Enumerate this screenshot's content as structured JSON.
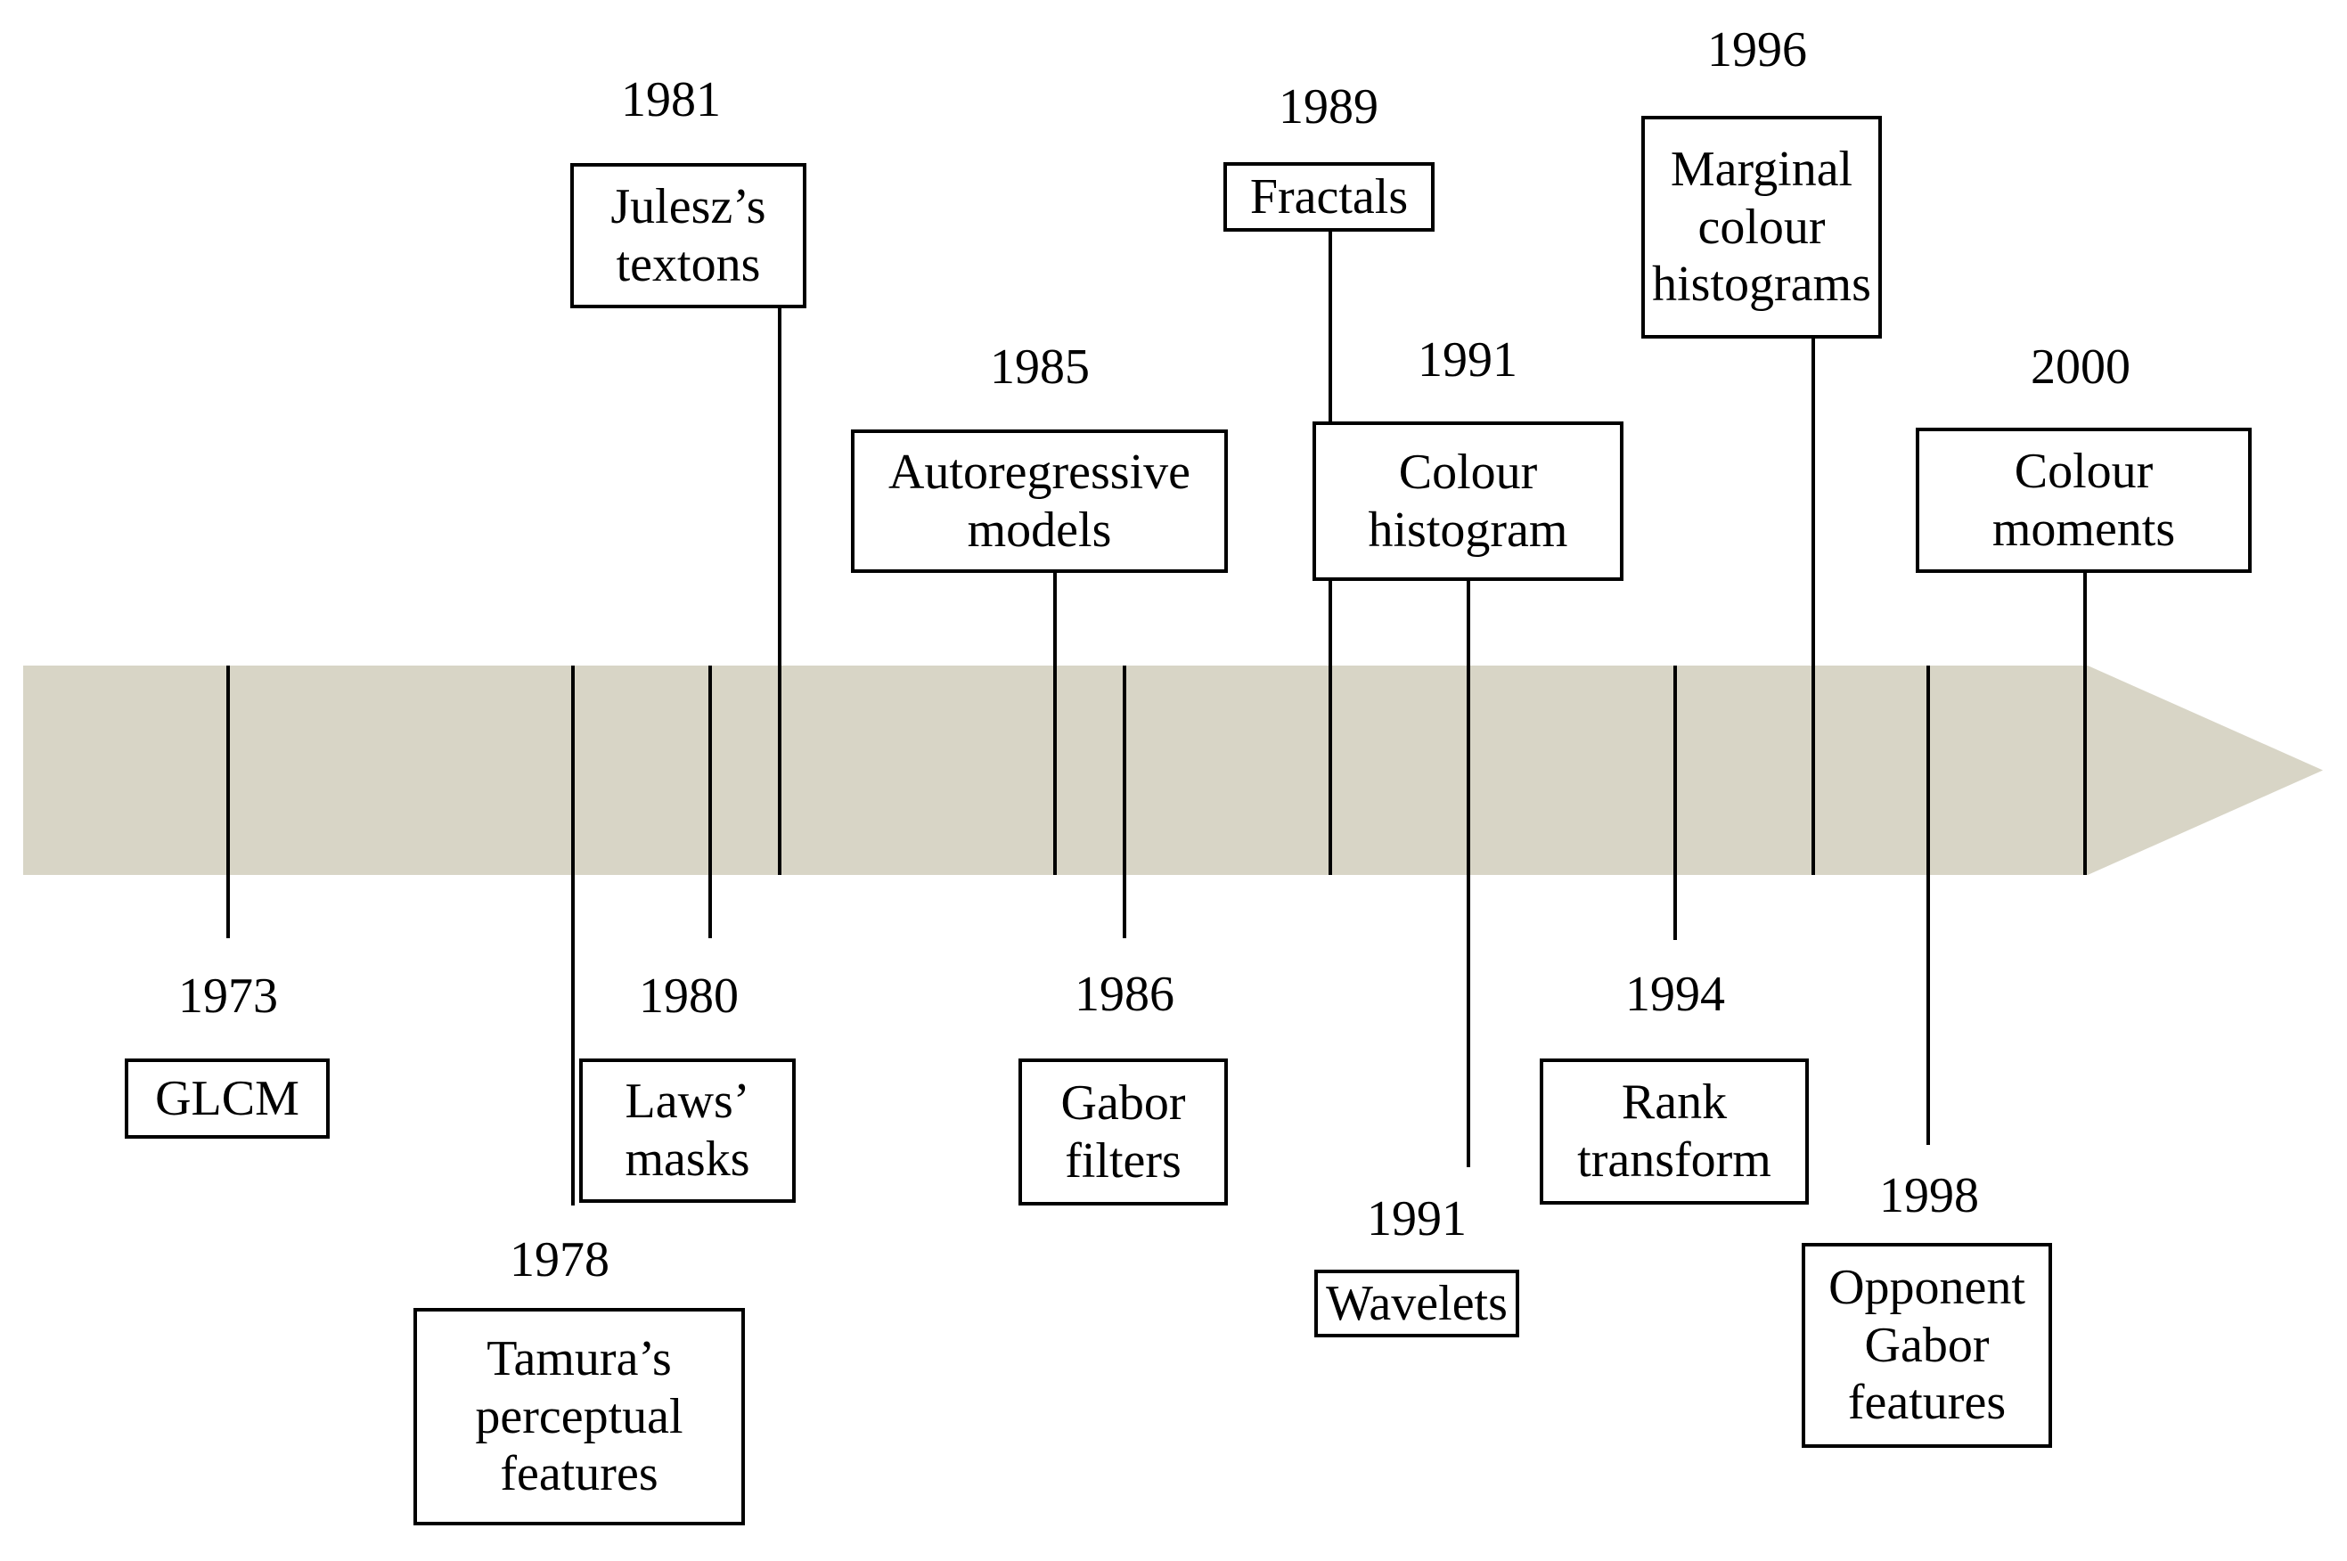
{
  "figure": {
    "type": "timeline",
    "direction": "left-to-right",
    "arrow_color": "#d8d5c6",
    "line_color": "#000000",
    "box_background": "#ffffff"
  },
  "events": [
    {
      "year": "1973",
      "label": "GLCM",
      "side": "below"
    },
    {
      "year": "1978",
      "label": "Tamura’s perceptual features",
      "side": "below"
    },
    {
      "year": "1980",
      "label": "Laws’ masks",
      "side": "below"
    },
    {
      "year": "1981",
      "label": "Julesz’s textons",
      "side": "above"
    },
    {
      "year": "1985",
      "label": "Autoregressive models",
      "side": "above"
    },
    {
      "year": "1986",
      "label": "Gabor filters",
      "side": "below"
    },
    {
      "year": "1989",
      "label": "Fractals",
      "side": "above"
    },
    {
      "year": "1991",
      "label": "Colour histogram",
      "side": "above"
    },
    {
      "year": "1991",
      "label": "Wavelets",
      "side": "below"
    },
    {
      "year": "1994",
      "label": "Rank transform",
      "side": "below"
    },
    {
      "year": "1996",
      "label": "Marginal colour histograms",
      "side": "above"
    },
    {
      "year": "1998",
      "label": "Opponent Gabor features",
      "side": "below"
    },
    {
      "year": "2000",
      "label": "Colour moments",
      "side": "above"
    }
  ]
}
